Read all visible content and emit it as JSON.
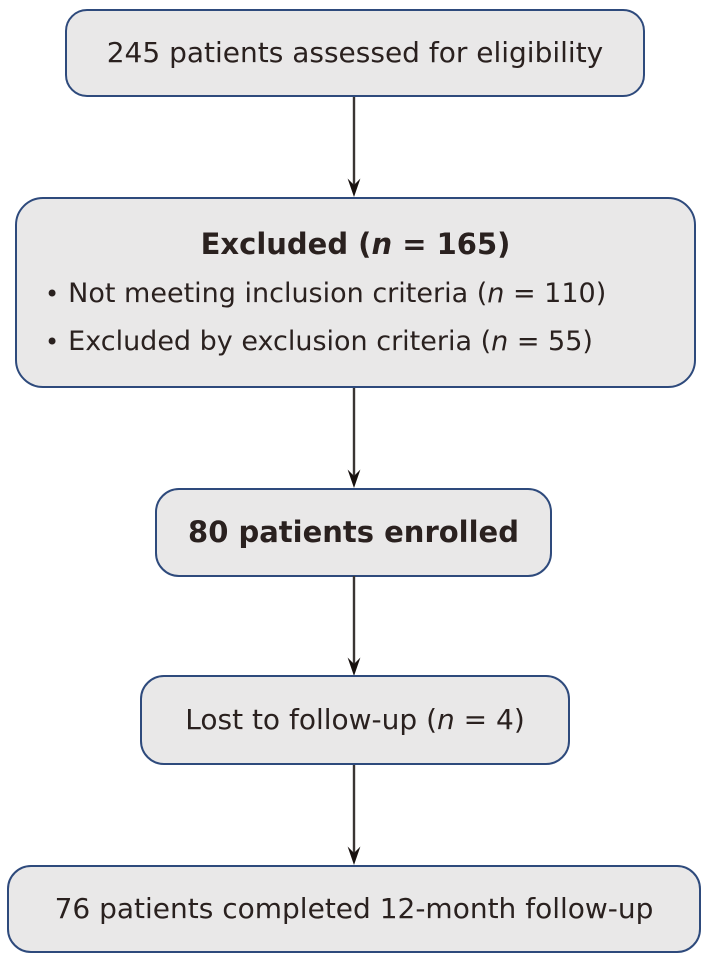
{
  "theme": {
    "box_fill": "#e9e8e8",
    "box_border": "#2e4a7c",
    "text_color": "#2a211f",
    "arrow_color": "#3a3533",
    "arrowhead_color": "#17100e",
    "background": "#ffffff"
  },
  "flowchart": {
    "type": "patient-flow-diagram",
    "nodes": {
      "assessed": {
        "text": "245 patients assessed for eligibility"
      },
      "excluded": {
        "title": {
          "pre": "Excluded (",
          "n": "n",
          "post": " = 165)"
        },
        "bullets": [
          {
            "dot": "•",
            "pre": "Not meeting inclusion criteria (",
            "n": "n",
            "post": " = 110)"
          },
          {
            "dot": "•",
            "pre": "Excluded by exclusion criteria (",
            "n": "n",
            "post": " = 55)"
          }
        ]
      },
      "enrolled": {
        "text": "80 patients enrolled"
      },
      "lost": {
        "pre": "Lost to follow-up (",
        "n": "n",
        "post": " = 4)"
      },
      "completed": {
        "text": "76 patients completed 12-month follow-up"
      }
    }
  }
}
